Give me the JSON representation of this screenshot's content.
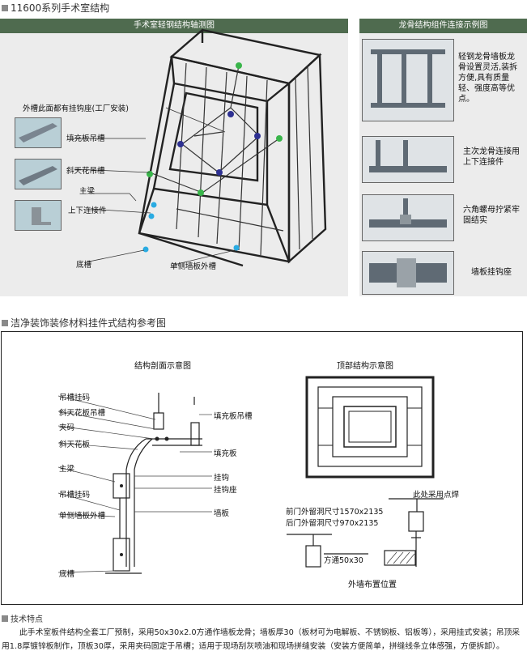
{
  "section1": {
    "title": "11600系列手术室结构",
    "left_bar": "手术室轻钢结构轴测图",
    "right_bar": "龙骨结构组件连接示例图",
    "labels": {
      "hook_seat": "外槽此面都有挂钩座(工厂安装)",
      "fill_hanger": "填充板吊槽",
      "slope_hanger": "斜天花吊槽",
      "main_beam": "主梁",
      "connector": "上下连接件",
      "bottom_channel": "底槽",
      "wall_channel": "单侧墙板外槽"
    },
    "examples": [
      {
        "text": "轻钢龙骨墙板龙骨设置灵活,装拆方便,具有质量轻、强度高等优点。"
      },
      {
        "text": "主次龙骨连接用上下连接件"
      },
      {
        "text": "六角螺母拧紧牢固结实"
      },
      {
        "text": "墙板挂钩座"
      }
    ]
  },
  "section2": {
    "title": "洁净装饰装修材料挂件式结构参考图",
    "left_heading": "结构剖面示意图",
    "right_heading": "顶部结构示意图",
    "left_labels": {
      "a": "吊槽挂码",
      "b": "斜天花板吊槽",
      "c": "夹码",
      "d": "斜天花板",
      "e": "主梁",
      "f": "吊槽挂码",
      "g": "单侧墙板外槽",
      "h": "底槽",
      "i": "填充板吊槽",
      "j": "填充板",
      "k": "挂钩",
      "l": "挂钩座",
      "m": "墙板"
    },
    "weld_note": "此处采用点焊",
    "front_door": "前门外留洞尺寸1570x2135",
    "back_door": "后门外留洞尺寸970x2135",
    "square_tube": "方通50x30",
    "layout_caption": "外墙布置位置"
  },
  "tech": {
    "title": "技术特点",
    "body": "此手术室板件结构全套工厂预制，采用50x30x2.0方通作墙板龙骨；墙板厚30（板材可为电解板、不锈钢板、铝板等），采用挂式安装；吊顶采用1.8厚镀锌板制作，顶板30厚，采用夹码固定于吊槽；适用于现场刮灰喷油和现场拼缝安装（安装方便简单，拼缝线条立体感强，方便拆卸）。"
  },
  "colors": {
    "bar": "#4f6b4f",
    "panel": "#ececec",
    "accent_green": "#39b54a",
    "accent_blue": "#2e3192",
    "accent_cyan": "#29abe2"
  }
}
